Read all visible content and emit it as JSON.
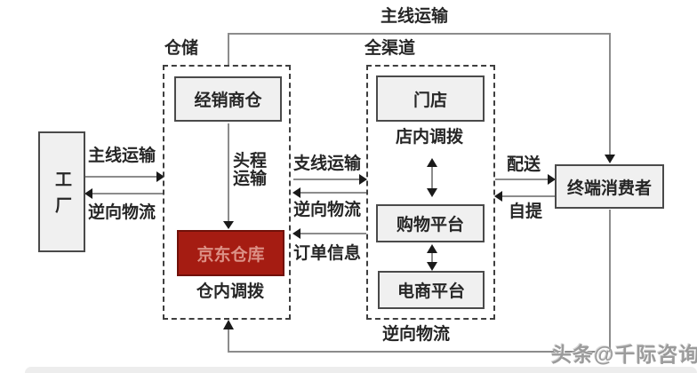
{
  "diagram": {
    "routes": {
      "top": "主线运输",
      "bottom": "逆向物流"
    },
    "factory": {
      "label": "工厂",
      "to_warehouse": "主线运输",
      "from_warehouse": "逆向物流"
    },
    "warehouse": {
      "title": "仓储",
      "distributor": "经销商仓",
      "first_leg": "头程\n运输",
      "jd": "京东仓库",
      "intra": "仓内调拨"
    },
    "mid_links": {
      "branch": "支线运输",
      "reverse": "逆向物流",
      "order": "订单信息"
    },
    "omni": {
      "title": "全渠道",
      "store": "门店",
      "in_store": "店内调拨",
      "shopping": "购物平台",
      "ecommerce": "电商平台"
    },
    "consumer_links": {
      "delivery": "配送",
      "pickup": "自提"
    },
    "consumer": {
      "label": "终端消费者"
    },
    "watermark": "头条@千际咨询",
    "colors": {
      "jd_box_bg": "#a51c12",
      "jd_box_border": "#701109",
      "jd_box_text": "#dc9186",
      "node_bg": "#f0f0f0",
      "node_border": "#4a4a4a",
      "line": "#8c8c8c",
      "arrowhead": "#1a1a1a",
      "text": "#262626"
    }
  }
}
